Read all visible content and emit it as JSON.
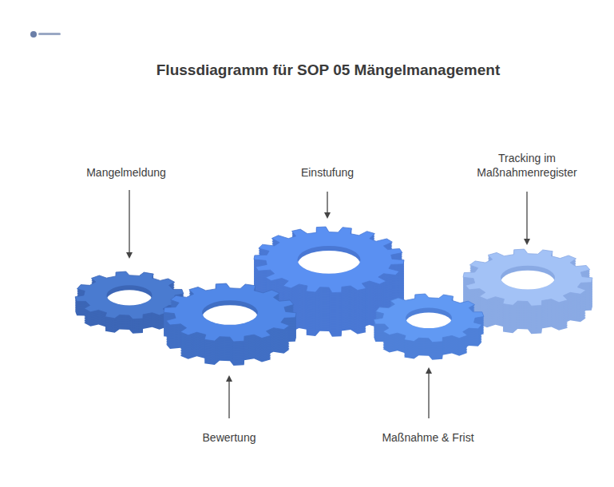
{
  "diagram": {
    "title": "Flussdiagramm für SOP 05 Mängelmanagement",
    "nodes": [
      {
        "text": [
          "Mangelmeldung"
        ]
      },
      {
        "text": [
          "Bewertung"
        ]
      },
      {
        "text": [
          "Einstufung"
        ]
      },
      {
        "text": [
          "Maßnahme & Frist"
        ]
      },
      {
        "text": [
          "Tracking im Maßnahmenregister"
        ]
      }
    ]
  }
}
